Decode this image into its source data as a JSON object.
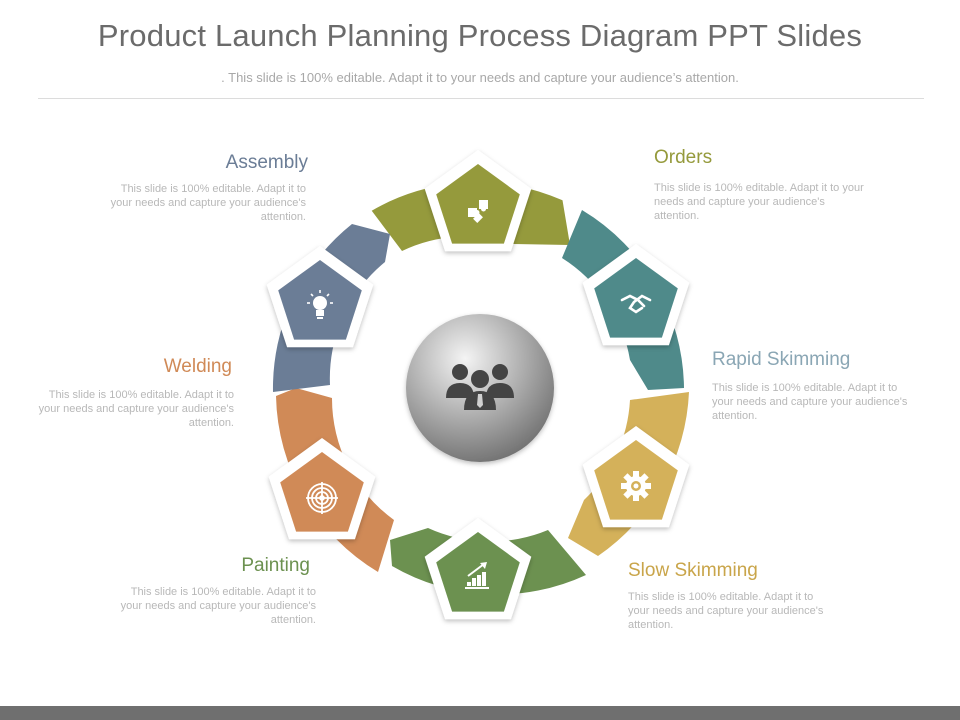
{
  "header": {
    "title": "Product Launch Planning Process Diagram PPT Slides",
    "subtitle": ". This slide is 100% editable. Adapt it to your needs and capture your audience’s attention."
  },
  "center": {
    "icon": "team-people-icon"
  },
  "steps": [
    {
      "id": "assembly",
      "label": "Assembly",
      "desc": "This slide is 100% editable. Adapt it to your needs and capture your audience's attention.",
      "color": "#6b7d96",
      "icon": "lightbulb-icon"
    },
    {
      "id": "orders",
      "label": "Orders",
      "desc": "This slide is 100% editable. Adapt it to your needs and capture your audience's attention.",
      "color": "#959a3c",
      "icon": "puzzle-icon"
    },
    {
      "id": "rapid-skimming",
      "label": "Rapid Skimming",
      "desc": "This slide is 100% editable. Adapt it to your needs and capture your audience's attention.",
      "color": "#4f8a8a",
      "icon": "handshake-icon"
    },
    {
      "id": "slow-skimming",
      "label": "Slow Skimming",
      "desc": "This slide is 100% editable. Adapt it to your needs and capture your audience's attention.",
      "color": "#d4b15a",
      "icon": "gear-icon"
    },
    {
      "id": "painting",
      "label": "Painting",
      "desc": "This slide is 100% editable. Adapt it to your needs and capture your audience's attention.",
      "color": "#6c9150",
      "icon": "growth-chart-icon"
    },
    {
      "id": "welding",
      "label": "Welding",
      "desc": "This slide is 100% editable. Adapt it to your needs and capture your audience's attention.",
      "color": "#d08a57",
      "icon": "target-icon"
    }
  ]
}
